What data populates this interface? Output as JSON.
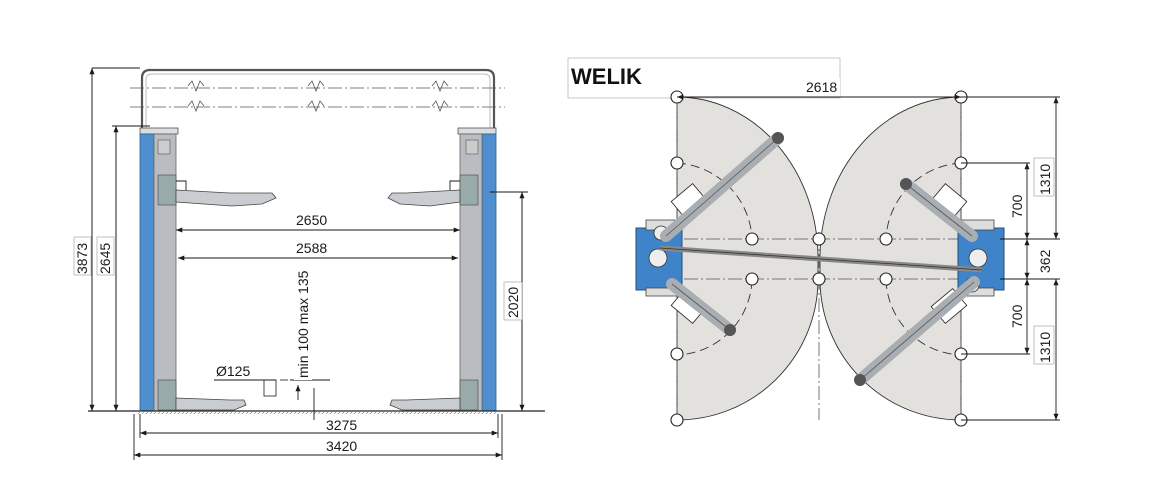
{
  "title": "WELIK",
  "colors": {
    "column_blue": "#4f8fcf",
    "column_grey": "#b9bdc2",
    "sweep_fill": "#e3e1de",
    "base_blue": "#3f83c8",
    "arm_grey": "#a9aeb3"
  },
  "icons": [
    "lift-arm-pad-icon",
    "column-base-icon"
  ],
  "front_view": {
    "dims": {
      "overall_height": "3873",
      "column_height": "2645",
      "inner_width_top": "2650",
      "inner_width_mid": "2588",
      "pad_height": "min 100 max 135",
      "pad_diameter": "Ø125",
      "lift_height": "2020",
      "base_width_inner": "3275",
      "base_width_outer": "3420"
    }
  },
  "plan_view": {
    "dims": {
      "arm_spread": "2618",
      "sweep_right_top": "1310",
      "arm_inner_top": "700",
      "column_gap": "362",
      "arm_inner_bottom": "700",
      "sweep_right_bottom": "1310"
    }
  }
}
